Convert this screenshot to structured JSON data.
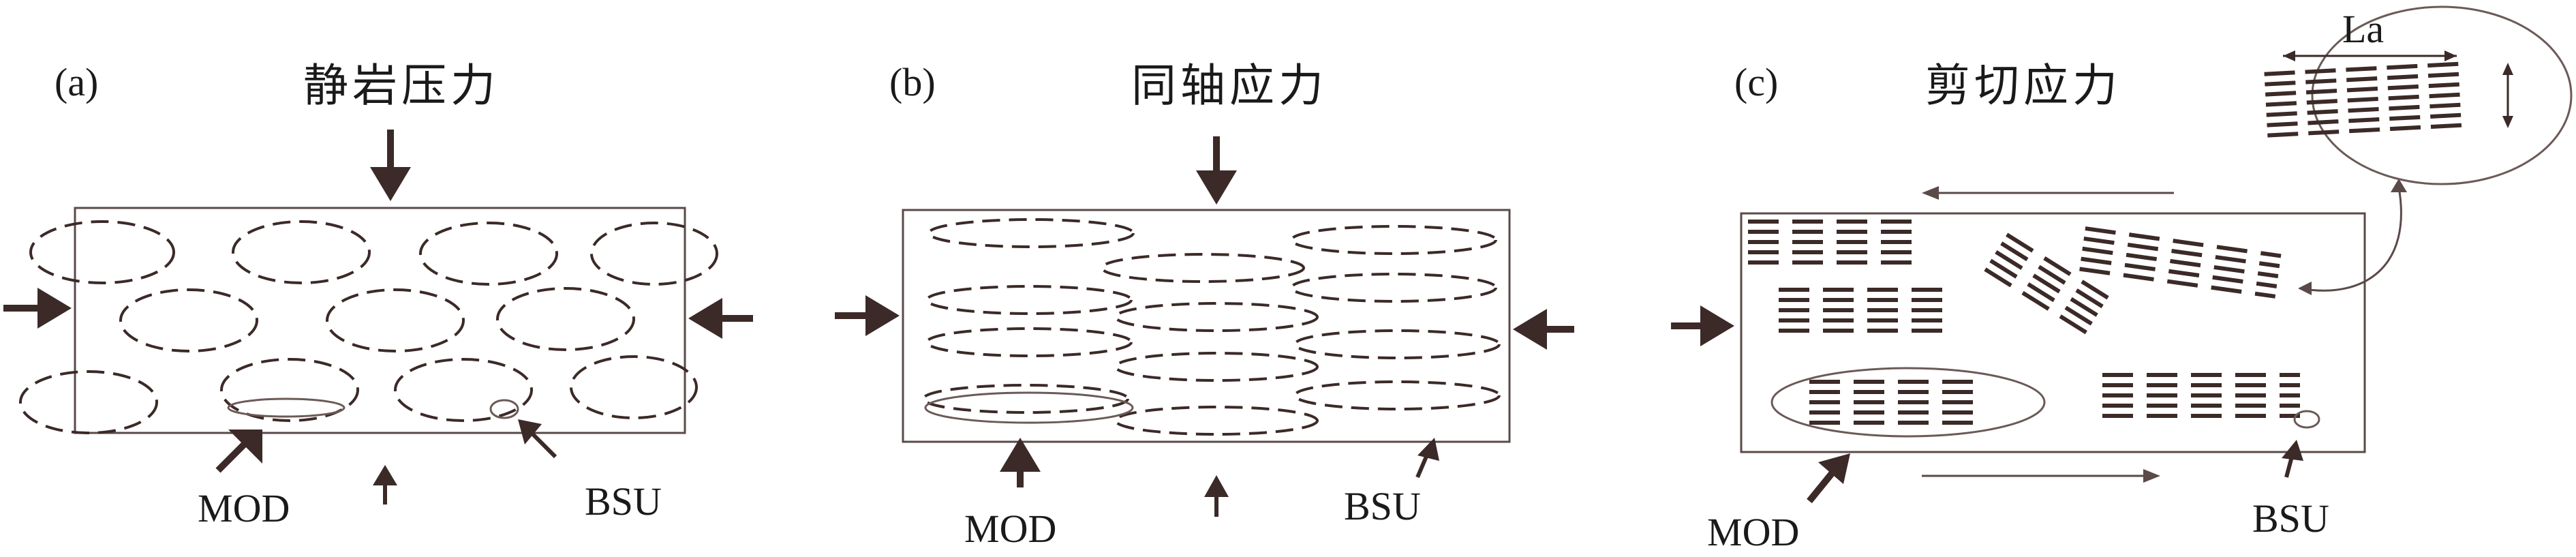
{
  "panels": [
    {
      "label": "(a)",
      "title": "静岩压力",
      "mod": "MOD",
      "bsu": "BSU"
    },
    {
      "label": "(b)",
      "title": "同轴应力",
      "mod": "MOD",
      "bsu": "BSU"
    },
    {
      "label": "(c)",
      "title": "剪切应力",
      "mod": "MOD",
      "bsu": "BSU"
    }
  ],
  "inset": {
    "label": "La"
  },
  "colors": {
    "ink": "#3b2a27",
    "frame": "#5a4a48",
    "background": "#ffffff"
  }
}
